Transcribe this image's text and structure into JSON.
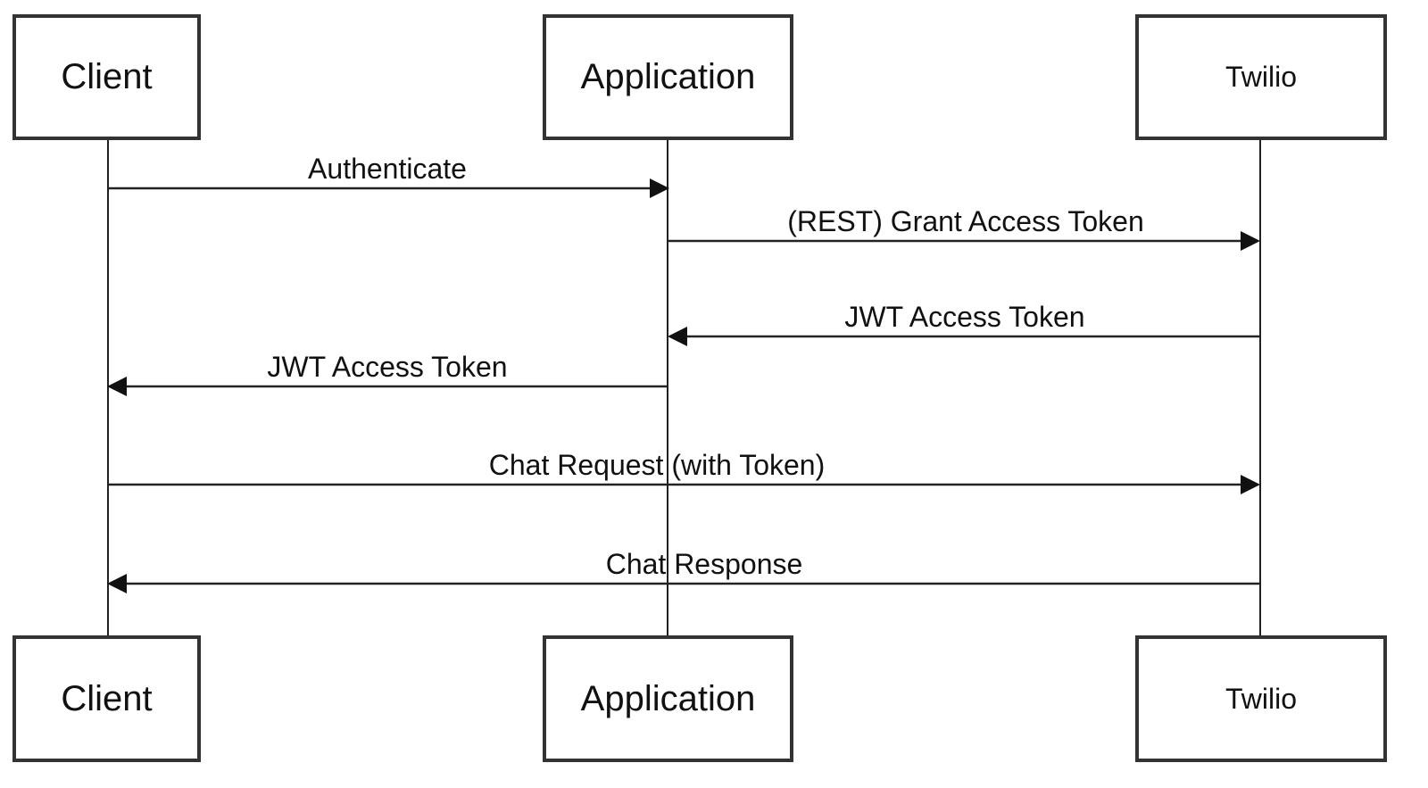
{
  "participants": {
    "client": {
      "label": "Client"
    },
    "application": {
      "label": "Application"
    },
    "twilio": {
      "label": "Twilio"
    }
  },
  "messages": [
    {
      "from": "client",
      "to": "application",
      "label": "Authenticate"
    },
    {
      "from": "application",
      "to": "twilio",
      "label": "(REST) Grant Access Token"
    },
    {
      "from": "twilio",
      "to": "application",
      "label": "JWT Access Token"
    },
    {
      "from": "application",
      "to": "client",
      "label": "JWT Access Token"
    },
    {
      "from": "client",
      "to": "twilio",
      "label": "Chat Request (with Token)"
    },
    {
      "from": "twilio",
      "to": "client",
      "label": "Chat Response"
    }
  ],
  "colors": {
    "stroke": "#333333",
    "line": "#222222"
  }
}
